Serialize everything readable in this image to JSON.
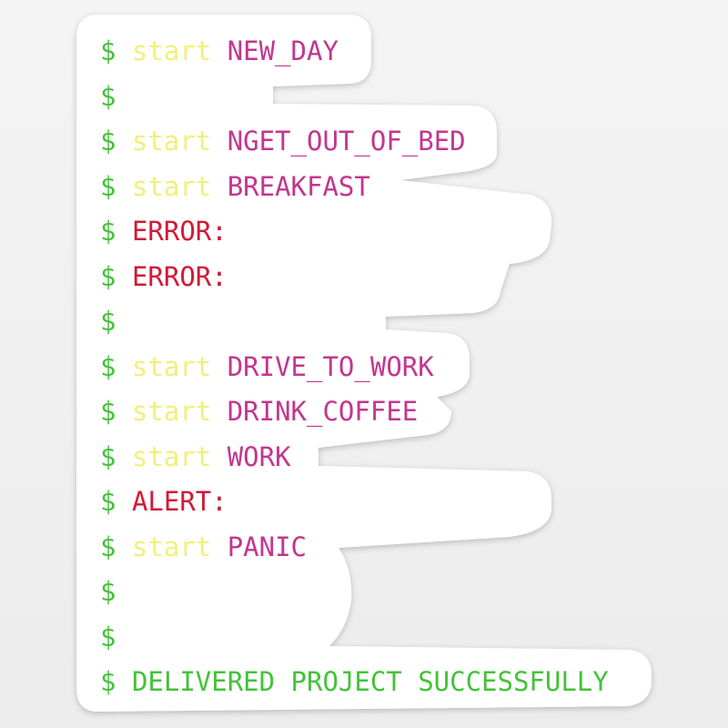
{
  "colors": {
    "prompt": "#44c23a",
    "command": "#f2ef7a",
    "argument": "#c2378f",
    "error": "#d11a36",
    "success": "#44c23a",
    "sticker": "#ffffff"
  },
  "terminal": {
    "lines": [
      {
        "prompt": "$",
        "command": "start",
        "argument": "NEW_DAY"
      },
      {
        "prompt": "$"
      },
      {
        "prompt": "$",
        "command": "start",
        "argument": "NGET_OUT_OF_BED"
      },
      {
        "prompt": "$",
        "command": "start",
        "argument": "BREAKFAST"
      },
      {
        "prompt": "$",
        "error": "ERROR:"
      },
      {
        "prompt": "$",
        "error": "ERROR:"
      },
      {
        "prompt": "$"
      },
      {
        "prompt": "$",
        "command": "start",
        "argument": "DRIVE_TO_WORK"
      },
      {
        "prompt": "$",
        "command": "start",
        "argument": "DRINK_COFFEE"
      },
      {
        "prompt": "$",
        "command": "start",
        "argument": "WORK"
      },
      {
        "prompt": "$",
        "error": "ALERT:"
      },
      {
        "prompt": "$",
        "command": "start",
        "argument": "PANIC"
      },
      {
        "prompt": "$"
      },
      {
        "prompt": "$"
      },
      {
        "prompt": "$",
        "success": "DELIVERED PROJECT SUCCESSFULLY"
      }
    ]
  }
}
